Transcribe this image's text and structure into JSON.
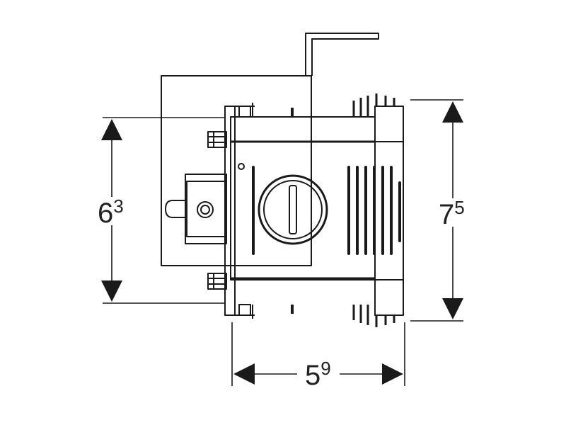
{
  "dimensions": {
    "height_left": {
      "major": "6",
      "minor": "3"
    },
    "height_right": {
      "major": "7",
      "minor": "5"
    },
    "width_bottom": {
      "major": "5",
      "minor": "9"
    }
  },
  "colors": {
    "line": "#1a1a1a",
    "background": "#ffffff"
  }
}
